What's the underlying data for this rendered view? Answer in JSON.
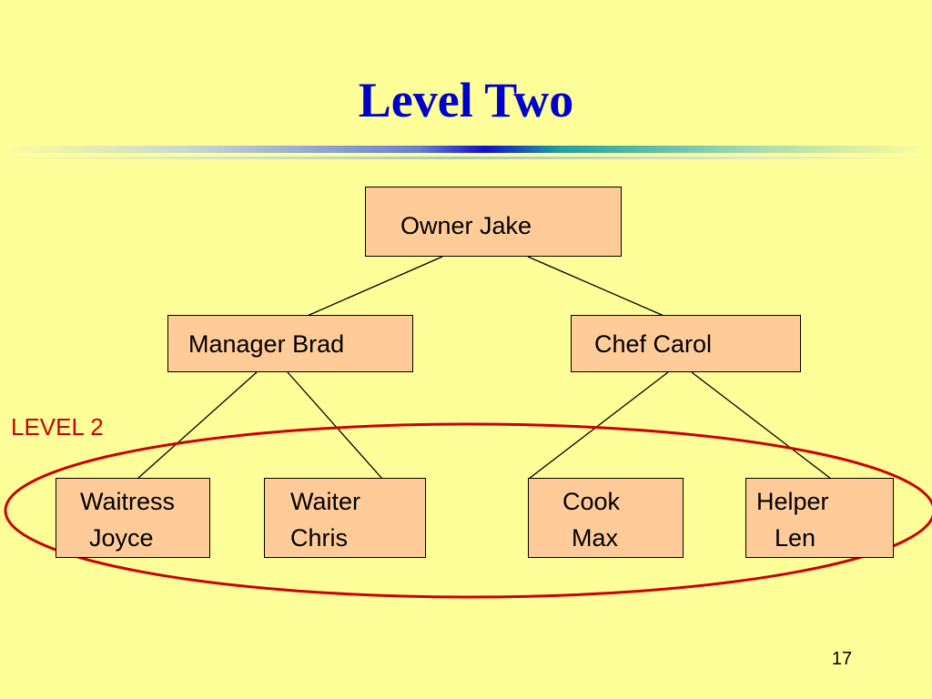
{
  "slide": {
    "title": "Level Two",
    "level_label": "LEVEL 2",
    "page_number": "17"
  },
  "org_chart": {
    "owner": {
      "line1": "Owner Jake"
    },
    "manager": {
      "line1": "Manager Brad"
    },
    "chef": {
      "line1": "Chef Carol"
    },
    "waitress": {
      "line1": "Waitress",
      "line2": "Joyce"
    },
    "waiter": {
      "line1": "Waiter",
      "line2": "Chris"
    },
    "cook": {
      "line1": "Cook",
      "line2": "Max"
    },
    "helper": {
      "line1": "Helper",
      "line2": "Len"
    }
  },
  "colors": {
    "background": "#ffff99",
    "title": "#0000cc",
    "box_fill": "#ffcc99",
    "highlight": "#cc0000"
  }
}
